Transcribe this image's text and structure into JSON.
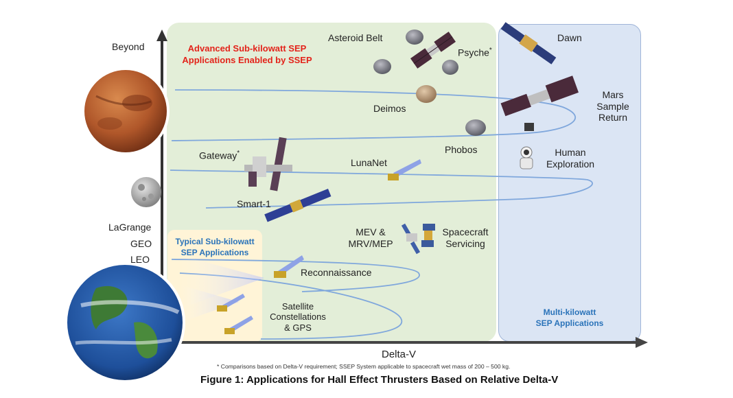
{
  "axis": {
    "y_levels": [
      "Beyond",
      "LaGrange",
      "GEO",
      "LEO"
    ],
    "x_label": "Delta-V"
  },
  "zones": {
    "advanced": {
      "line1": "Advanced Sub-kilowatt SEP",
      "line2": "Applications Enabled by SSEP"
    },
    "typical": {
      "line1": "Typical  Sub-kilowatt",
      "line2": "SEP Applications"
    },
    "multi": {
      "line1": "Multi-kilowatt",
      "line2": "SEP Applications"
    }
  },
  "missions": {
    "asteroid_belt": "Asteroid Belt",
    "psyche": "Psyche",
    "psyche_mark": "*",
    "dawn": "Dawn",
    "deimos": "Deimos",
    "mars_sample_return": [
      "Mars",
      "Sample",
      "Return"
    ],
    "phobos": "Phobos",
    "gateway": "Gateway",
    "gateway_mark": "*",
    "human_exploration": [
      "Human",
      "Exploration"
    ],
    "lunanet": "LunaNet",
    "smart1": "Smart-1",
    "mev": [
      "MEV &",
      "MRV/MEP"
    ],
    "servicing": [
      "Spacecraft",
      "Servicing"
    ],
    "reconnaissance": "Reconnaissance",
    "constellations": [
      "Satellite",
      "Constellations",
      "& GPS"
    ]
  },
  "footnote": "* Comparisons based on Delta-V requirement; SSEP System applicable to spacecraft wet mass of 200 – 500 kg.",
  "caption": "Figure 1: Applications for Hall Effect Thrusters Based on Relative Delta-V",
  "colors": {
    "green_zone": "#e3eed8",
    "blue_zone": "#dbe5f4",
    "cream_zone": "#fff4d7",
    "trajectory": "#7fa7dc",
    "advanced_text": "#e3231a",
    "sep_text": "#2a73b9"
  }
}
